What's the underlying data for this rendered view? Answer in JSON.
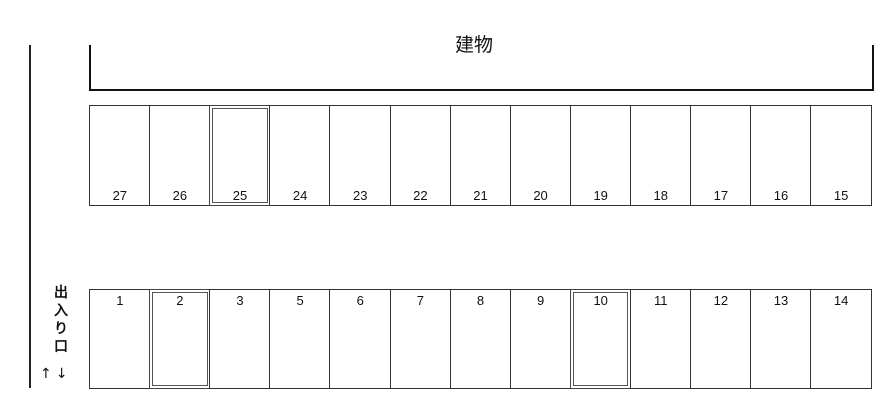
{
  "building": {
    "label": "建物"
  },
  "entrance": {
    "label_chars": [
      "出",
      "入",
      "り",
      "口"
    ],
    "arrows": "↑↓"
  },
  "top_row": [
    {
      "number": "27",
      "highlighted": false
    },
    {
      "number": "26",
      "highlighted": false
    },
    {
      "number": "25",
      "highlighted": true
    },
    {
      "number": "24",
      "highlighted": false
    },
    {
      "number": "23",
      "highlighted": false
    },
    {
      "number": "22",
      "highlighted": false
    },
    {
      "number": "21",
      "highlighted": false
    },
    {
      "number": "20",
      "highlighted": false
    },
    {
      "number": "19",
      "highlighted": false
    },
    {
      "number": "18",
      "highlighted": false
    },
    {
      "number": "17",
      "highlighted": false
    },
    {
      "number": "16",
      "highlighted": false
    },
    {
      "number": "15",
      "highlighted": false
    }
  ],
  "bottom_row": [
    {
      "number": "1",
      "highlighted": false
    },
    {
      "number": "2",
      "highlighted": true
    },
    {
      "number": "3",
      "highlighted": false
    },
    {
      "number": "5",
      "highlighted": false
    },
    {
      "number": "6",
      "highlighted": false
    },
    {
      "number": "7",
      "highlighted": false
    },
    {
      "number": "8",
      "highlighted": false
    },
    {
      "number": "9",
      "highlighted": false
    },
    {
      "number": "10",
      "highlighted": true
    },
    {
      "number": "11",
      "highlighted": false
    },
    {
      "number": "12",
      "highlighted": false
    },
    {
      "number": "13",
      "highlighted": false
    },
    {
      "number": "14",
      "highlighted": false
    }
  ]
}
